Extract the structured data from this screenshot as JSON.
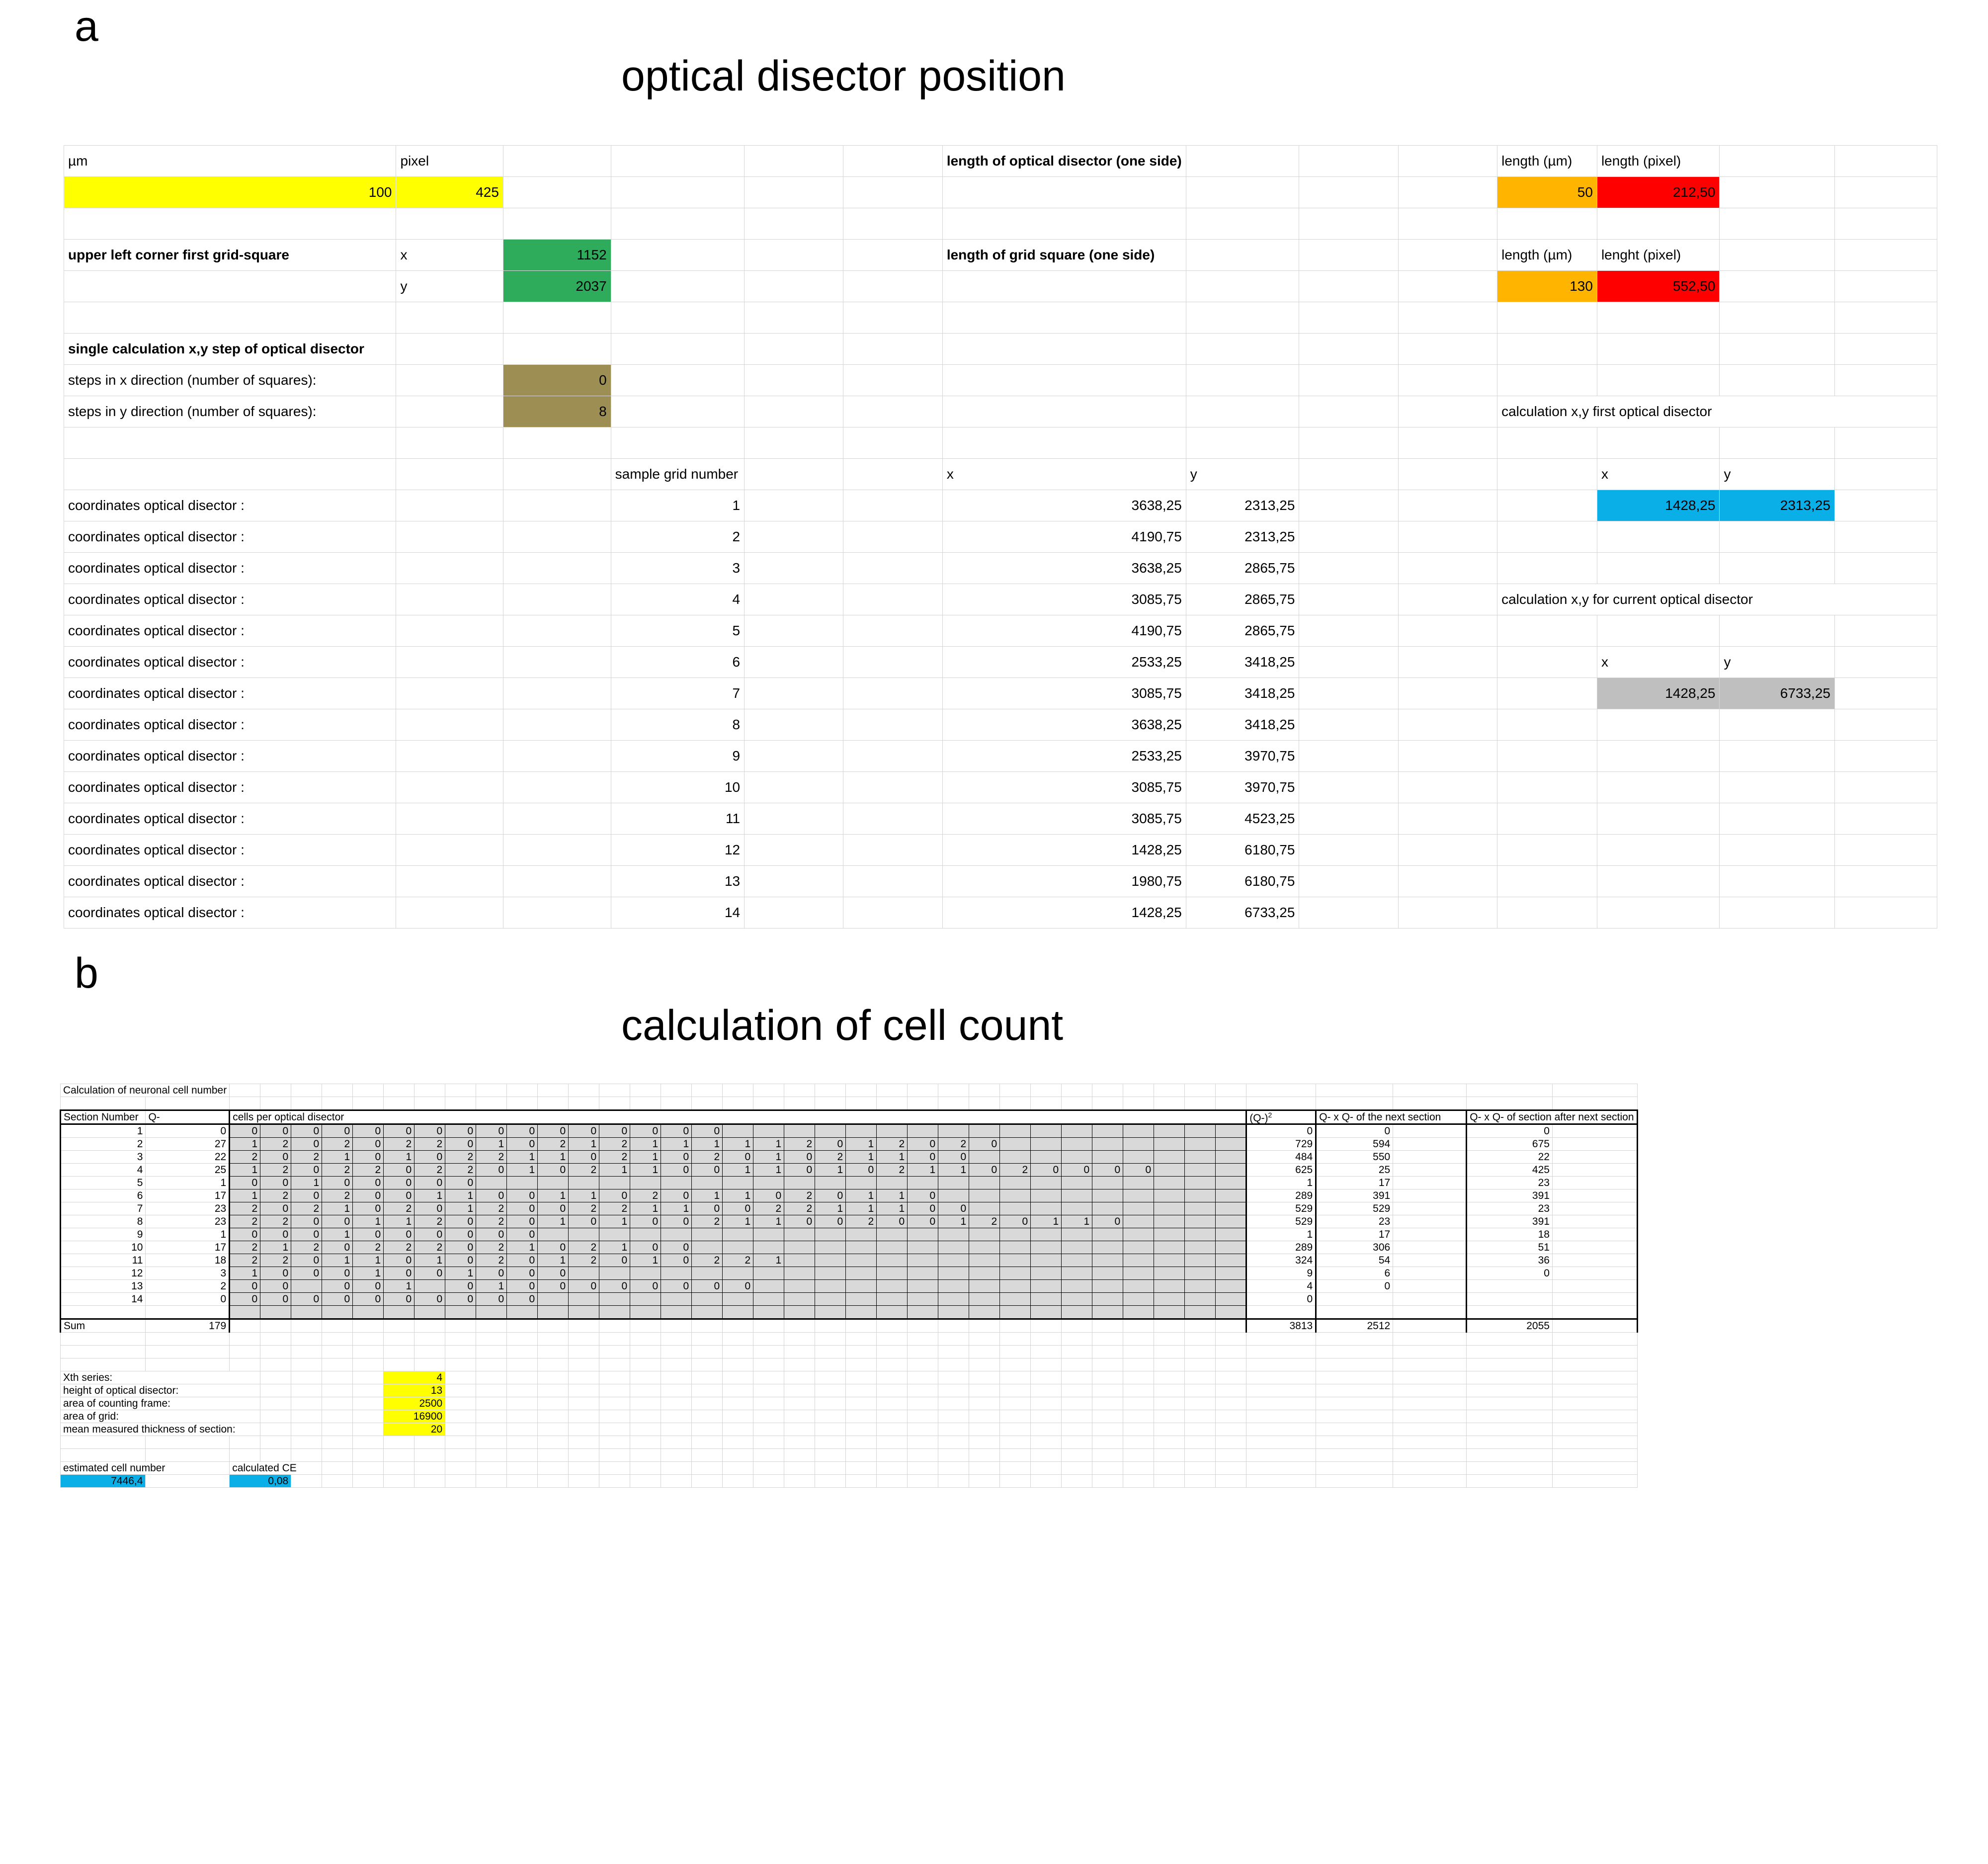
{
  "panels": {
    "a": {
      "letter": "a",
      "title": "optical disector position"
    },
    "b": {
      "letter": "b",
      "title": "calculation of cell count"
    }
  },
  "sheet_a": {
    "labels": {
      "um": "µm",
      "pixel": "pixel",
      "upper_left": "upper left corner first grid-square",
      "x": "x",
      "y": "y",
      "single_calc": "single calculation x,y step of optical disector",
      "steps_x": "steps in x direction (number of squares):",
      "steps_y": "steps in y direction (number of squares):",
      "sample_grid_number": "sample grid number",
      "coords_label": "coordinates optical disector :",
      "len_disector": "length of optical disector (one side)",
      "len_grid": "length of grid square (one side)",
      "len_um": "length (µm)",
      "len_pixel": "length (pixel)",
      "lenght_pixel": "lenght (pixel)",
      "calc_first": "calculation x,y first optical disector",
      "calc_current": "calculation  x,y for current optical disector",
      "col_x": "x",
      "col_y": "y"
    },
    "values": {
      "scale_um": "100",
      "scale_pixel": "425",
      "corner_x": "1152",
      "corner_y": "2037",
      "steps_x": "0",
      "steps_y": "8",
      "disector_um": "50",
      "disector_pixel": "212,50",
      "grid_um": "130",
      "grid_pixel": "552,50",
      "first_x": "1428,25",
      "first_y": "2313,25",
      "current_x": "1428,25",
      "current_y": "6733,25"
    },
    "coordinates": [
      {
        "n": "1",
        "x": "3638,25",
        "y": "2313,25"
      },
      {
        "n": "2",
        "x": "4190,75",
        "y": "2313,25"
      },
      {
        "n": "3",
        "x": "3638,25",
        "y": "2865,75"
      },
      {
        "n": "4",
        "x": "3085,75",
        "y": "2865,75"
      },
      {
        "n": "5",
        "x": "4190,75",
        "y": "2865,75"
      },
      {
        "n": "6",
        "x": "2533,25",
        "y": "3418,25"
      },
      {
        "n": "7",
        "x": "3085,75",
        "y": "3418,25"
      },
      {
        "n": "8",
        "x": "3638,25",
        "y": "3418,25"
      },
      {
        "n": "9",
        "x": "2533,25",
        "y": "3970,75"
      },
      {
        "n": "10",
        "x": "3085,75",
        "y": "3970,75"
      },
      {
        "n": "11",
        "x": "3085,75",
        "y": "4523,25"
      },
      {
        "n": "12",
        "x": "1428,25",
        "y": "6180,75"
      },
      {
        "n": "13",
        "x": "1980,75",
        "y": "6180,75"
      },
      {
        "n": "14",
        "x": "1428,25",
        "y": "6733,25"
      }
    ]
  },
  "sheet_b": {
    "labels": {
      "sheet_title": "Calculation of neuronal cell number",
      "section_number": "Section Number",
      "q_minus": "Q-",
      "cells_per_disector": "cells per optical disector",
      "q_squared": "(Q-)",
      "q_squared_exp": "2",
      "q_next": "Q- x Q- of the next section",
      "q_after_next": "Q- x Q- of section after next section",
      "sum": "Sum",
      "xth_series": "Xth series:",
      "height_disector": "height of optical disector:",
      "area_counting_frame": "area of counting frame:",
      "area_grid": "area of grid:",
      "mean_thickness": "mean measured thickness of section:",
      "estimated_cell_number": "estimated cell number",
      "calculated_ce": "calculated CE"
    },
    "rows": [
      {
        "section": "1",
        "q": "0",
        "sq": "0",
        "next": "0",
        "after": "0",
        "cells": [
          "0",
          "0",
          "0",
          "0",
          "0",
          "0",
          "0",
          "0",
          "0",
          "0",
          "0",
          "0",
          "0",
          "0",
          "0",
          "0"
        ]
      },
      {
        "section": "2",
        "q": "27",
        "sq": "729",
        "next": "594",
        "after": "675",
        "cells": [
          "1",
          "2",
          "0",
          "2",
          "0",
          "2",
          "2",
          "0",
          "1",
          "0",
          "2",
          "1",
          "2",
          "1",
          "1",
          "1",
          "1",
          "1",
          "2",
          "0",
          "1",
          "2",
          "0",
          "2",
          "0"
        ]
      },
      {
        "section": "3",
        "q": "22",
        "sq": "484",
        "next": "550",
        "after": "22",
        "cells": [
          "2",
          "0",
          "2",
          "1",
          "0",
          "1",
          "0",
          "2",
          "2",
          "1",
          "1",
          "0",
          "2",
          "1",
          "0",
          "2",
          "0",
          "1",
          "0",
          "2",
          "1",
          "1",
          "0",
          "0"
        ]
      },
      {
        "section": "4",
        "q": "25",
        "sq": "625",
        "next": "25",
        "after": "425",
        "cells": [
          "1",
          "2",
          "0",
          "2",
          "2",
          "0",
          "2",
          "2",
          "0",
          "1",
          "0",
          "2",
          "1",
          "1",
          "0",
          "0",
          "1",
          "1",
          "0",
          "1",
          "0",
          "2",
          "1",
          "1",
          "0",
          "2",
          "0",
          "0",
          "0",
          "0"
        ]
      },
      {
        "section": "5",
        "q": "1",
        "sq": "1",
        "next": "17",
        "after": "23",
        "cells": [
          "0",
          "0",
          "1",
          "0",
          "0",
          "0",
          "0",
          "0"
        ]
      },
      {
        "section": "6",
        "q": "17",
        "sq": "289",
        "next": "391",
        "after": "391",
        "cells": [
          "1",
          "2",
          "0",
          "2",
          "0",
          "0",
          "1",
          "1",
          "0",
          "0",
          "1",
          "1",
          "0",
          "2",
          "0",
          "1",
          "1",
          "0",
          "2",
          "0",
          "1",
          "1",
          "0"
        ]
      },
      {
        "section": "7",
        "q": "23",
        "sq": "529",
        "next": "529",
        "after": "23",
        "cells": [
          "2",
          "0",
          "2",
          "1",
          "0",
          "2",
          "0",
          "1",
          "2",
          "0",
          "0",
          "2",
          "2",
          "1",
          "1",
          "0",
          "0",
          "2",
          "2",
          "1",
          "1",
          "1",
          "0",
          "0"
        ]
      },
      {
        "section": "8",
        "q": "23",
        "sq": "529",
        "next": "23",
        "after": "391",
        "cells": [
          "2",
          "2",
          "0",
          "0",
          "1",
          "1",
          "2",
          "0",
          "2",
          "0",
          "1",
          "0",
          "1",
          "0",
          "0",
          "2",
          "1",
          "1",
          "0",
          "0",
          "2",
          "0",
          "0",
          "1",
          "2",
          "0",
          "1",
          "1",
          "0"
        ]
      },
      {
        "section": "9",
        "q": "1",
        "sq": "1",
        "next": "17",
        "after": "18",
        "cells": [
          "0",
          "0",
          "0",
          "1",
          "0",
          "0",
          "0",
          "0",
          "0",
          "0"
        ]
      },
      {
        "section": "10",
        "q": "17",
        "sq": "289",
        "next": "306",
        "after": "51",
        "cells": [
          "2",
          "1",
          "2",
          "0",
          "2",
          "2",
          "2",
          "0",
          "2",
          "1",
          "0",
          "2",
          "1",
          "0",
          "0"
        ]
      },
      {
        "section": "11",
        "q": "18",
        "sq": "324",
        "next": "54",
        "after": "36",
        "cells": [
          "2",
          "2",
          "0",
          "1",
          "1",
          "0",
          "1",
          "0",
          "2",
          "0",
          "1",
          "2",
          "0",
          "1",
          "0",
          "2",
          "2",
          "1"
        ]
      },
      {
        "section": "12",
        "q": "3",
        "sq": "9",
        "next": "6",
        "after": "0",
        "cells": [
          "1",
          "0",
          "0",
          "0",
          "1",
          "0",
          "0",
          "1",
          "0",
          "0",
          "0"
        ]
      },
      {
        "section": "13",
        "q": "2",
        "sq": "4",
        "next": "0",
        "after": "",
        "cells": [
          "0",
          "0",
          "",
          "0",
          "0",
          "1",
          "",
          "0",
          "1",
          "0",
          "0",
          "0",
          "0",
          "0",
          "0",
          "0",
          "0"
        ]
      },
      {
        "section": "14",
        "q": "0",
        "sq": "0",
        "next": "",
        "after": "",
        "cells": [
          "0",
          "0",
          "0",
          "0",
          "0",
          "0",
          "0",
          "0",
          "0",
          "0"
        ]
      }
    ],
    "sums": {
      "q": "179",
      "sq": "3813",
      "next": "2512",
      "after": "2055"
    },
    "parameters": {
      "xth_series": "4",
      "height_disector": "13",
      "area_counting_frame": "2500",
      "area_grid": "16900",
      "mean_thickness": "20"
    },
    "results": {
      "estimated_cell_number": "7446,4",
      "calculated_ce": "0,08"
    }
  },
  "colors": {
    "yellow": "#ffff00",
    "green": "#2eab5b",
    "orange": "#ffb400",
    "red": "#ff0000",
    "olive": "#9d8f54",
    "cyan": "#0bafe8",
    "gray": "#bfbfbf",
    "cell_gray": "#d9d9d9"
  }
}
